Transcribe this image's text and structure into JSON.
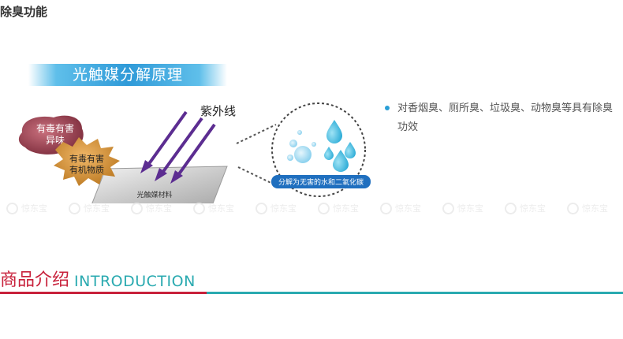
{
  "section": {
    "title": "除臭功能"
  },
  "banner": {
    "title": "光触媒分解原理"
  },
  "diagram": {
    "uv_label": "紫外线",
    "odor_label_line1": "有毒有害",
    "odor_label_line2": "异味",
    "matter_label_line1": "有毒有害",
    "matter_label_line2": "有机物质",
    "material_label": "光触媒材料",
    "result_label": "分解为无害的水和二氧化碳"
  },
  "features": {
    "items": [
      {
        "text": "对香烟臭、厕所臭、垃圾臭、动物臭等具有除臭功效"
      }
    ]
  },
  "watermark": {
    "text": "惊东宝"
  },
  "intro": {
    "title_cn": "商品介绍",
    "title_en": "INTRODUCTION"
  },
  "colors": {
    "banner_blue": "#2f9ad8",
    "accent_red": "#c8213b",
    "accent_teal": "#2aaab0",
    "arrow_purple": "#5c2d91",
    "bullet_blue": "#2a9fd6"
  }
}
